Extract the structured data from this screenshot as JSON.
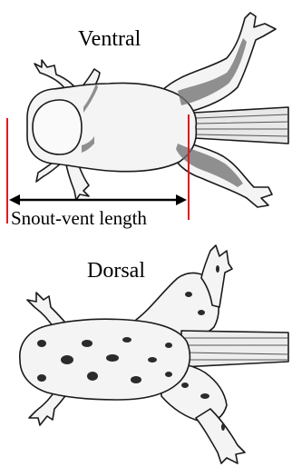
{
  "titles": {
    "ventral": "Ventral",
    "dorsal": "Dorsal"
  },
  "measurement": {
    "label": "Snout-vent length",
    "line_color": "#e0191f",
    "arrow_color": "#000000"
  },
  "colors": {
    "ink": "#1a1a1a",
    "body_fill": "#f4f4f4",
    "shade": "#6d6d6d",
    "spot": "#2b2b2b"
  }
}
